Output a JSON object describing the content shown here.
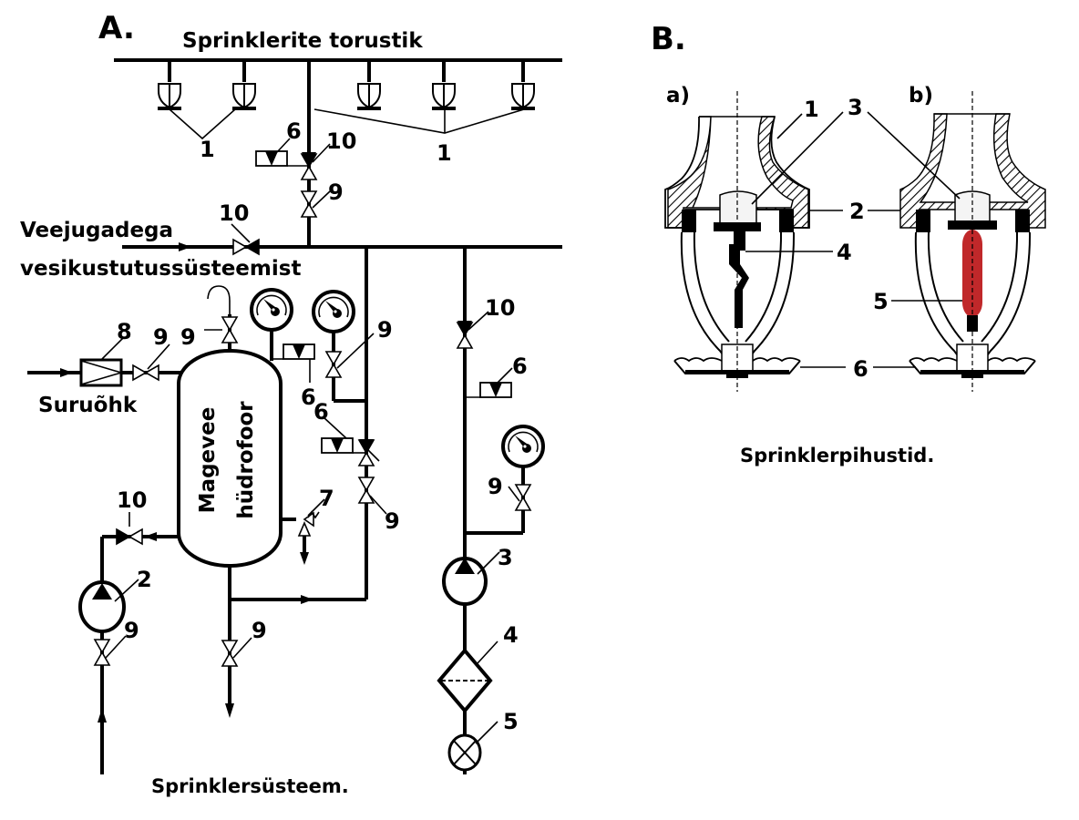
{
  "panel_a": {
    "letter": "A.",
    "title_top": "Sprinklerite torustik",
    "source_label_line1": "Veejugadega",
    "source_label_line2": "vesikustutussüsteemist",
    "air_label": "Suruõhk",
    "tank_label_line1": "Magevee",
    "tank_label_line2": "hüdrofoor",
    "caption": "Sprinklersüsteem.",
    "callouts": {
      "sprinklers_left": "1",
      "sprinklers_right": "1",
      "pump_left": "2",
      "pump_right": "3",
      "filter": "4",
      "intake": "5",
      "signal_top": "6",
      "signal_mid": "6",
      "signal_low": "6",
      "signal_right": "6",
      "safety_valve": "7",
      "reducer": "8",
      "valve_top": "9",
      "valve_air": "9",
      "valve_tank_top": "9",
      "valve_gauge": "9",
      "valve_riser": "9",
      "valve_pump": "9",
      "valve_drain": "9",
      "valve_gauge_right": "9",
      "check_top": "10",
      "check_source": "10",
      "check_pump": "10",
      "check_right": "10"
    }
  },
  "panel_b": {
    "letter": "B.",
    "sub_a": "a)",
    "sub_b": "b)",
    "caption": "Sprinklerpihustid.",
    "callouts": {
      "body": "1",
      "seal_ring": "2",
      "valve_cap": "3",
      "fusible_link": "4",
      "glass_bulb": "5",
      "deflector": "6"
    },
    "bulb_color": "#c0282a"
  }
}
